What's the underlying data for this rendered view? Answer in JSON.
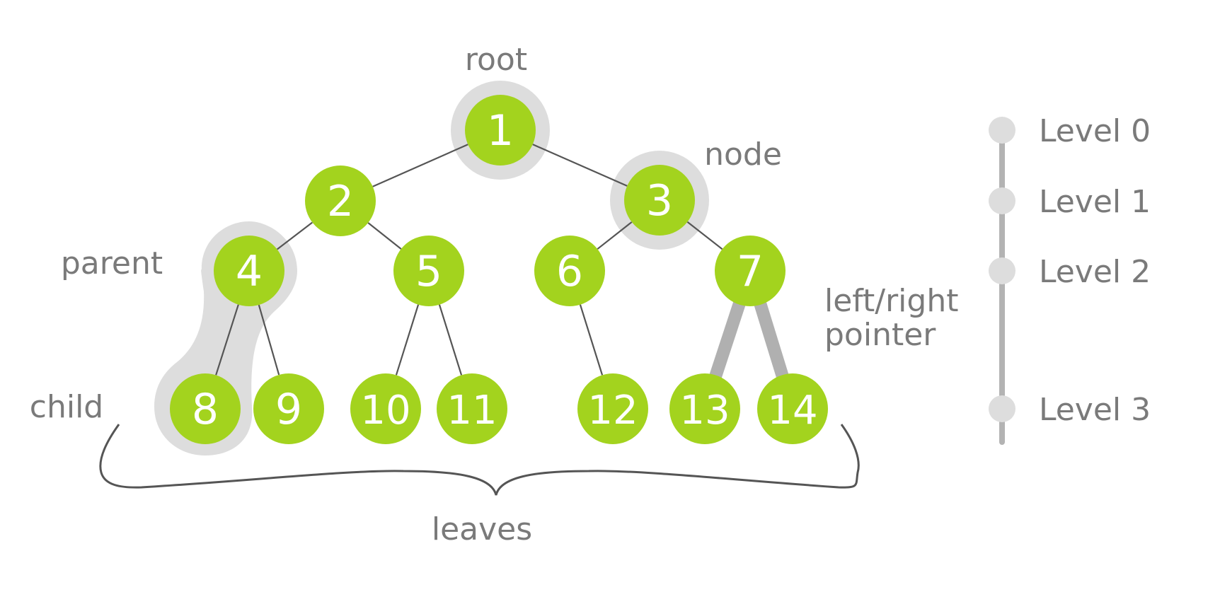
{
  "colors": {
    "node_fill": "#a3d31e",
    "highlight": "#dddddd",
    "edge": "#555555",
    "pointer_edge": "#b0b0b0",
    "level_line": "#b3b3b3",
    "level_dot": "#dddddd",
    "label_text": "#7a7a7a",
    "node_text": "#ffffff"
  },
  "labels": {
    "root": "root",
    "node": "node",
    "parent": "parent",
    "child": "child",
    "pointer_line1": "left/right",
    "pointer_line2": "pointer",
    "leaves": "leaves"
  },
  "levels": [
    "Level 0",
    "Level 1",
    "Level 2",
    "Level 3"
  ],
  "tree": {
    "nodes": [
      {
        "id": "1",
        "level": 0
      },
      {
        "id": "2",
        "level": 1
      },
      {
        "id": "3",
        "level": 1
      },
      {
        "id": "4",
        "level": 2
      },
      {
        "id": "5",
        "level": 2
      },
      {
        "id": "6",
        "level": 2
      },
      {
        "id": "7",
        "level": 2
      },
      {
        "id": "8",
        "level": 3
      },
      {
        "id": "9",
        "level": 3
      },
      {
        "id": "10",
        "level": 3
      },
      {
        "id": "11",
        "level": 3
      },
      {
        "id": "12",
        "level": 3
      },
      {
        "id": "13",
        "level": 3
      },
      {
        "id": "14",
        "level": 3
      }
    ],
    "edges": [
      [
        "1",
        "2"
      ],
      [
        "1",
        "3"
      ],
      [
        "2",
        "4"
      ],
      [
        "2",
        "5"
      ],
      [
        "3",
        "6"
      ],
      [
        "3",
        "7"
      ],
      [
        "4",
        "8"
      ],
      [
        "4",
        "9"
      ],
      [
        "5",
        "10"
      ],
      [
        "5",
        "11"
      ],
      [
        "6",
        "12"
      ],
      [
        "7",
        "13"
      ],
      [
        "7",
        "14"
      ]
    ],
    "pointer_edges": [
      [
        "7",
        "13"
      ],
      [
        "7",
        "14"
      ]
    ],
    "highlighted_nodes": [
      "1",
      "3"
    ],
    "parent_child_group": [
      "4",
      "8"
    ]
  }
}
